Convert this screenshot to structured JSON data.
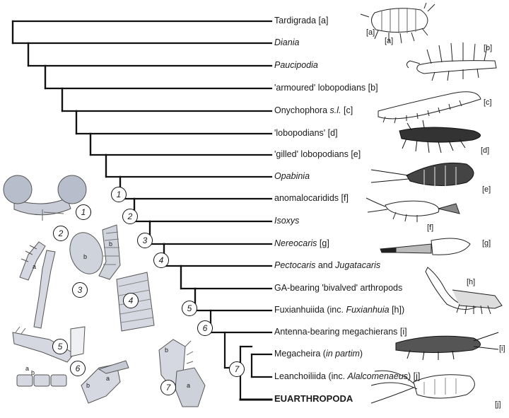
{
  "taxa": [
    {
      "parts": [
        {
          "t": "Tardigrada "
        },
        {
          "t": "[a]"
        }
      ]
    },
    {
      "parts": [
        {
          "t": "Diania",
          "i": true
        }
      ]
    },
    {
      "parts": [
        {
          "t": "Paucipodia",
          "i": true
        }
      ]
    },
    {
      "parts": [
        {
          "t": "'armoured' lobopodians  "
        },
        {
          "t": "[b]"
        }
      ]
    },
    {
      "parts": [
        {
          "t": "Onychophora "
        },
        {
          "t": "s.l.",
          "i": true
        },
        {
          "t": " [c]"
        }
      ]
    },
    {
      "parts": [
        {
          "t": "'lobopodians'  "
        },
        {
          "t": "[d]"
        }
      ]
    },
    {
      "parts": [
        {
          "t": "'gilled' lobopodians "
        },
        {
          "t": "[e]"
        }
      ]
    },
    {
      "parts": [
        {
          "t": "Opabinia",
          "i": true
        }
      ]
    },
    {
      "parts": [
        {
          "t": "anomalocaridids "
        },
        {
          "t": "[f]"
        }
      ]
    },
    {
      "parts": [
        {
          "t": "Isoxys",
          "i": true
        }
      ]
    },
    {
      "parts": [
        {
          "t": "Nereocaris",
          "i": true
        },
        {
          "t": " [g]"
        }
      ]
    },
    {
      "parts": [
        {
          "t": "Pectocaris",
          "i": true
        },
        {
          "t": " and "
        },
        {
          "t": "Jugatacaris",
          "i": true
        }
      ]
    },
    {
      "parts": [
        {
          "t": "GA-bearing  'bivalved' arthropods"
        }
      ]
    },
    {
      "parts": [
        {
          "t": "Fuxianhuiida (inc. "
        },
        {
          "t": "Fuxianhuia",
          "i": true
        },
        {
          "t": " [h])"
        }
      ]
    },
    {
      "parts": [
        {
          "t": "Antenna-bearing megachierans  "
        },
        {
          "t": "[i]"
        }
      ]
    },
    {
      "parts": [
        {
          "t": "Megacheira ("
        },
        {
          "t": "in partim",
          "i": true
        },
        {
          "t": ")"
        }
      ]
    },
    {
      "parts": [
        {
          "t": "Leanchoiliida (inc. "
        },
        {
          "t": "Alalcomenaeus",
          "i": true
        },
        {
          "t": ") [j]"
        }
      ]
    },
    {
      "parts": [
        {
          "t": "EUARTHROPODA"
        }
      ],
      "bold": true
    }
  ],
  "nodes": [
    "1",
    "2",
    "3",
    "4",
    "5",
    "6",
    "7"
  ],
  "left_panels": [
    "1",
    "2",
    "3",
    "4",
    "5",
    "6",
    "7"
  ],
  "panel_letters": [
    "a",
    "b",
    "b",
    "a",
    "a",
    "b",
    "a",
    "b",
    "b"
  ],
  "right_tags": [
    "[a]",
    "[a]",
    "[b]",
    "[c]",
    "[d]",
    "[e]",
    "[f]",
    "[g]",
    "[h]",
    "[i]",
    "[j]"
  ]
}
